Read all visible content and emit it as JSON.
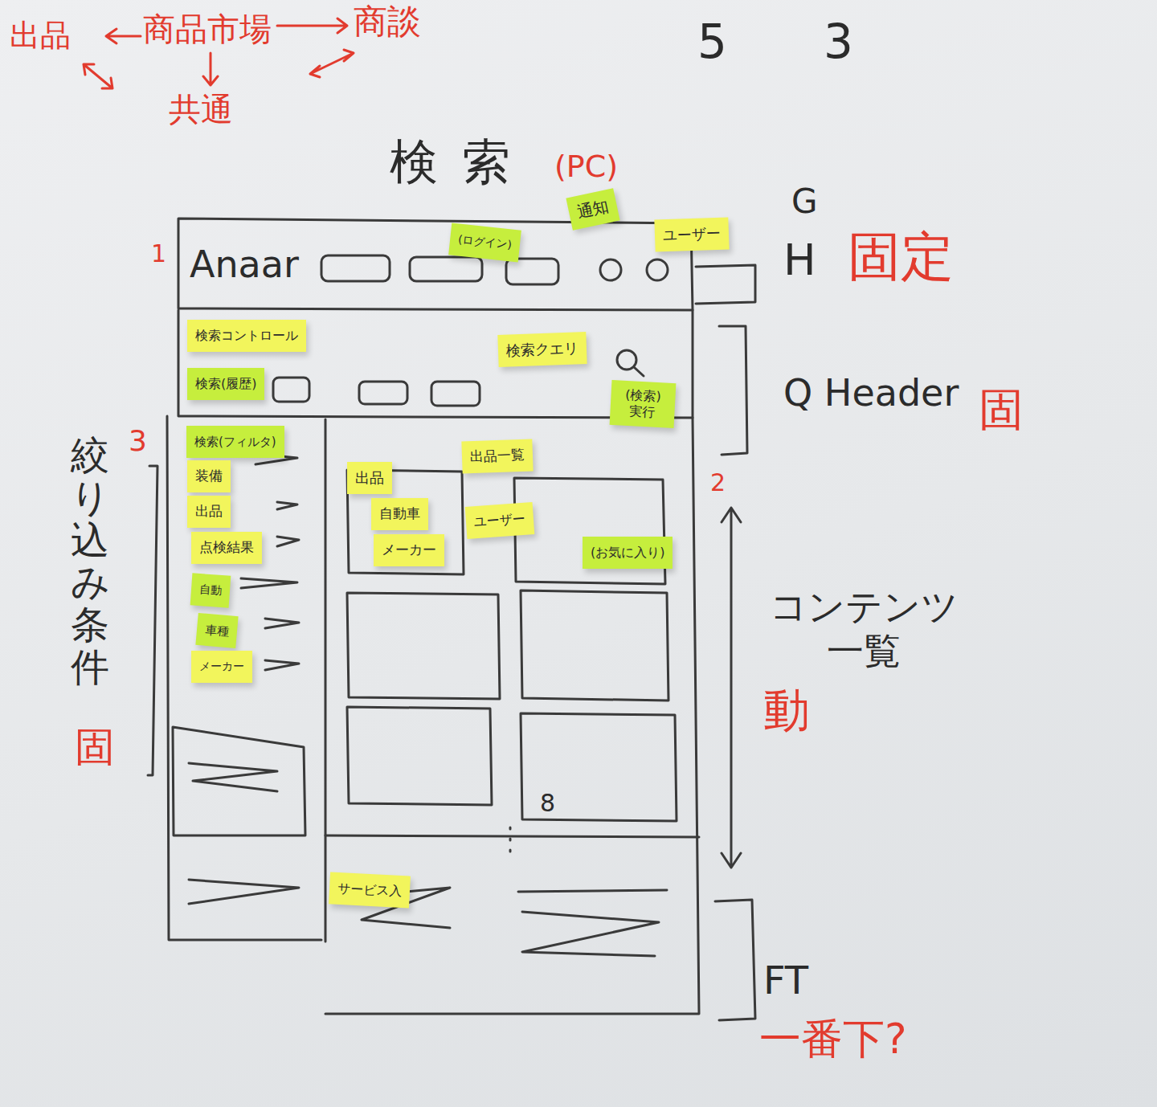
{
  "diagram": {
    "title": "検索",
    "nodes": [
      {
        "text": [
          "(ログイン)"
        ]
      },
      {
        "text": [
          "通知"
        ]
      },
      {
        "text": [
          "ユーザー"
        ]
      },
      {
        "text": [
          "検索コントロール"
        ]
      },
      {
        "text": [
          "検索クエリ"
        ]
      },
      {
        "text": [
          "検索(履歴)"
        ]
      },
      {
        "text": [
          "(検索) 実行"
        ]
      },
      {
        "text": [
          "検索(フィルタ)"
        ]
      },
      {
        "text": [
          "装備"
        ]
      },
      {
        "text": [
          "出品"
        ]
      },
      {
        "text": [
          "点検結果"
        ]
      },
      {
        "text": [
          "自動"
        ]
      },
      {
        "text": [
          "車種"
        ]
      },
      {
        "text": [
          "メーカー"
        ]
      },
      {
        "text": [
          "出品一覧"
        ]
      },
      {
        "text": [
          "出品"
        ]
      },
      {
        "text": [
          "自動車"
        ]
      },
      {
        "text": [
          "ユーザー"
        ]
      },
      {
        "text": [
          "メーカー"
        ]
      },
      {
        "text": [
          "(お気に入り)"
        ]
      },
      {
        "text": [
          "サービス入"
        ]
      }
    ],
    "labels": [
      "出品",
      "商品市場",
      "商談",
      "共通",
      "5",
      "3",
      "(PC)",
      "1",
      "Anaar",
      "G",
      "H",
      "固定",
      "Q Header",
      "固",
      "3",
      "2",
      "絞り込み条件",
      "固",
      "コンテンツ 一覧",
      "動",
      "8",
      "FT",
      "一番下?"
    ]
  }
}
